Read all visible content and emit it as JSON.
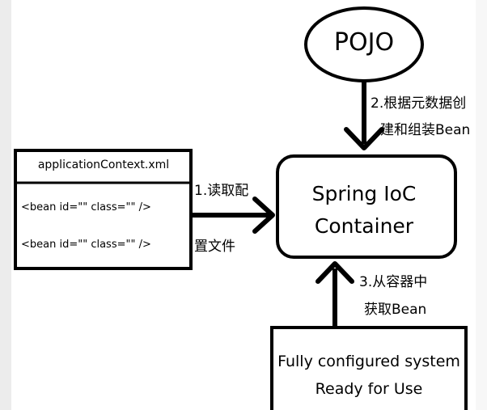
{
  "pojo": {
    "label": "POJO"
  },
  "spring": {
    "line1": "Spring IoC",
    "line2": "Container"
  },
  "context_file": {
    "title": "applicationContext.xml",
    "beans": [
      "<bean id=\"\" class=\"\" />",
      "<bean id=\"\" class=\"\" />"
    ]
  },
  "steps": {
    "read_config": {
      "line1": "1.读取配",
      "line2": "置文件"
    },
    "create_bean": {
      "line1": "2.根据元数据创",
      "line2": "建和组装Bean"
    },
    "get_bean": {
      "line1": "3.从容器中",
      "line2": "获取Bean"
    }
  },
  "system": {
    "line1": "Fully configured system",
    "line2": "Ready for Use"
  }
}
